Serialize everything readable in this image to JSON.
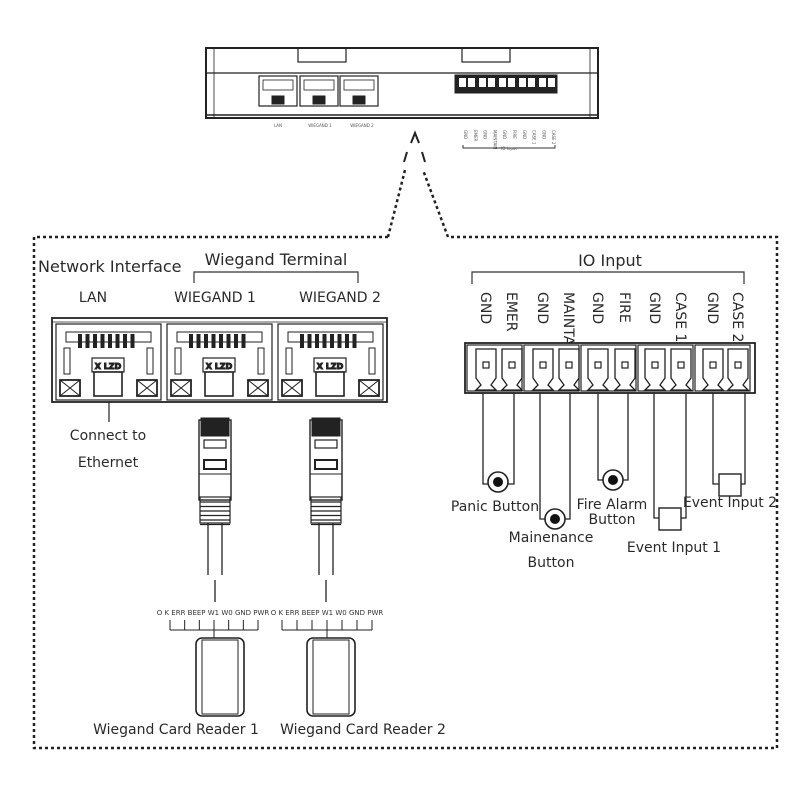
{
  "device": {
    "port_labels": [
      "LAN",
      "WIEGAND 1",
      "WIEGAND 2"
    ],
    "io_labels": [
      "GND",
      "EMER",
      "GND",
      "MAINTAIN",
      "GND",
      "FIRE",
      "GND",
      "CASE 1",
      "GND",
      "CASE 2"
    ],
    "io_group_label": "IO Input"
  },
  "network": {
    "title": "Network Interface",
    "lan_label": "LAN",
    "connect_label_line1": "Connect to",
    "connect_label_line2": "Ethernet"
  },
  "wiegand": {
    "title": "Wiegand Terminal",
    "port1_label": "WIEGAND 1",
    "port2_label": "WIEGAND 2",
    "pin_labels_1": "O K  ERR  BEEP  W1  W0  GND  PWR",
    "pin_labels_2": "O K  ERR  BEEP  W1  W0  GND  PWR",
    "reader1_label": "Wiegand Card Reader 1",
    "reader2_label": "Wiegand Card Reader 2"
  },
  "io": {
    "title": "IO Input",
    "terminals": [
      "GND",
      "EMER",
      "GND",
      "MAINTAIN",
      "GND",
      "FIRE",
      "GND",
      "CASE 1",
      "GND",
      "CASE 2"
    ],
    "devices": {
      "panic": "Panic Button",
      "maintenance_line1": "Mainenance",
      "maintenance_line2": "Button",
      "fire_line1": "Fire Alarm",
      "fire_line2": "Button",
      "event1": "Event Input 1",
      "event2": "Event Input 2"
    }
  }
}
